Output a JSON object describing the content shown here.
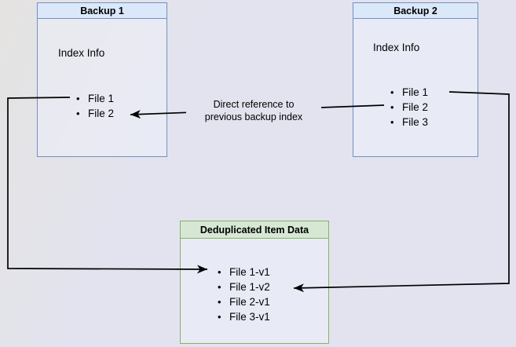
{
  "colors": {
    "blue_border": "#7391c1",
    "blue_header": "#dbe8fa",
    "green_border": "#87b267",
    "green_header": "#d6e8d4",
    "edge": "#000000",
    "canvas_a": "#e5e3e1",
    "canvas_b": "#e2e3ef"
  },
  "boxes": {
    "backup1": {
      "title": "Backup 1",
      "heading": "Index Info",
      "items": [
        "File 1",
        "File 2"
      ]
    },
    "backup2": {
      "title": "Backup 2",
      "heading": "Index Info",
      "items": [
        "File 1",
        "File 2",
        "File 3"
      ]
    },
    "dedup": {
      "title": "Deduplicated Item Data",
      "items": [
        "File 1-v1",
        "File 1-v2",
        "File 2-v1",
        "File 3-v1"
      ]
    }
  },
  "edge_label": {
    "line1": "Direct reference to",
    "line2": "previous backup index"
  }
}
